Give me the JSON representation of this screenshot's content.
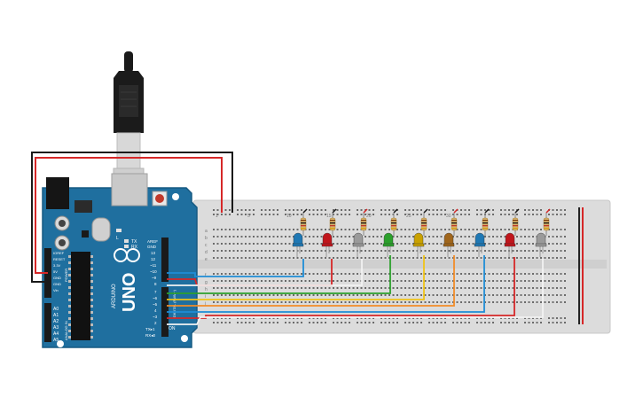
{
  "board": {
    "model": "UNO",
    "brand": "ARDUINO",
    "power_header_title": "POWER",
    "analog_header_title": "ANALOG IN",
    "digital_header_title": "DIGITAL (PWM~)",
    "power_pins": [
      "IOREF",
      "RESET",
      "3.3V",
      "5V",
      "GND",
      "GND",
      "Vin"
    ],
    "analog_pins": [
      "A0",
      "A1",
      "A2",
      "A3",
      "A4",
      "A5"
    ],
    "digital_pins_top": [
      "AREF",
      "GND",
      "13",
      "12",
      "~11",
      "~10",
      "~9",
      "8"
    ],
    "digital_pins_bottom": [
      "7",
      "~6",
      "~5",
      "4",
      "~3",
      "2",
      "TX▸1",
      "RX◂0"
    ],
    "indicator_labels": [
      "TX",
      "RX"
    ],
    "led_L_label": "L",
    "on_label": "ON"
  },
  "breadboard": {
    "row_letters_top": [
      "a",
      "b",
      "c",
      "d",
      "e"
    ],
    "row_letters_bottom": [
      "f",
      "g",
      "h",
      "i",
      "j"
    ],
    "column_numbers": [
      "1",
      "5",
      "10",
      "15",
      "20",
      "25",
      "30"
    ]
  },
  "leds": [
    {
      "color": "#1f78b4"
    },
    {
      "color": "#c0151b"
    },
    {
      "color": "#9a9a9a"
    },
    {
      "color": "#2ca02c"
    },
    {
      "color": "#c9a100"
    },
    {
      "color": "#a0661c"
    },
    {
      "color": "#1f78b4"
    },
    {
      "color": "#c0151b"
    },
    {
      "color": "#9a9a9a"
    }
  ],
  "wire_colors": {
    "power": "#d62728",
    "ground": "#222222",
    "blue": "#1f8dd6",
    "red": "#d62728",
    "white": "#f2f2f2",
    "green": "#2ca02c",
    "yellow": "#f0c419",
    "orange": "#f28c28"
  }
}
